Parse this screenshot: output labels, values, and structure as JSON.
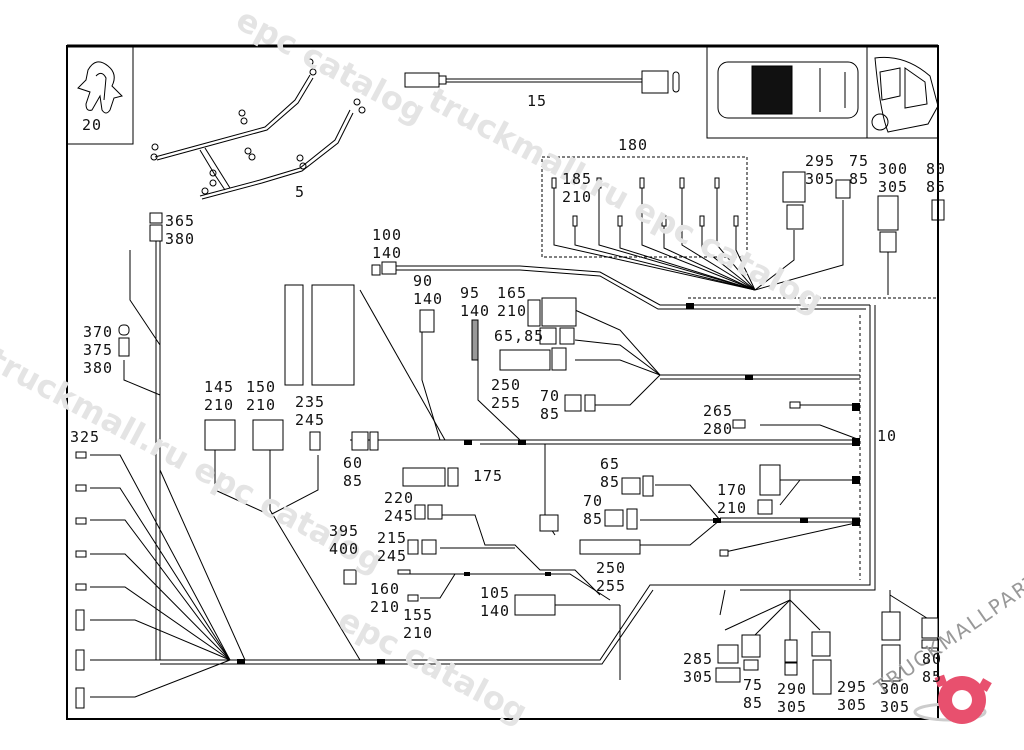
{
  "watermark": {
    "text_1": "epc catalog",
    "text_2": "truckmall.ru epc catalog",
    "text_3": "truckmall.ru epc catalog",
    "text_4": "epc catalog"
  },
  "brand_logo": {
    "text": "TRUCKMALLPARTS",
    "accent_color": "#e8506e"
  },
  "inset_parts": {
    "clip": "20",
    "harness_main": "5",
    "cable": "15",
    "car_views": [
      "top-view",
      "rear-view"
    ]
  },
  "callouts": {
    "c180": "180",
    "c185": [
      "185",
      "210"
    ],
    "c295_top": [
      "295",
      "305"
    ],
    "c75_top": [
      "75",
      "85"
    ],
    "c300_top": [
      "300",
      "305"
    ],
    "c80_top": [
      "80",
      "85"
    ],
    "c365": [
      "365",
      "380"
    ],
    "c100": [
      "100",
      "140"
    ],
    "c90": [
      "90",
      "140"
    ],
    "c95": [
      "95",
      "140"
    ],
    "c165": [
      "165",
      "210"
    ],
    "c6585": "65,85",
    "c250a": [
      "250",
      "255"
    ],
    "c70a": [
      "70",
      "85"
    ],
    "c370": [
      "370",
      "375",
      "380"
    ],
    "c145": [
      "145",
      "210"
    ],
    "c150": [
      "150",
      "210"
    ],
    "c235": [
      "235",
      "245"
    ],
    "c60": [
      "60",
      "85"
    ],
    "c265": [
      "265",
      "280"
    ],
    "c10": "10",
    "c325": "325",
    "c175": "175",
    "c220": [
      "220",
      "245"
    ],
    "c215": [
      "215",
      "245"
    ],
    "c395": [
      "395",
      "400"
    ],
    "c160": [
      "160",
      "210"
    ],
    "c155": [
      "155",
      "210"
    ],
    "c105": [
      "105",
      "140"
    ],
    "c65b": [
      "65",
      "85"
    ],
    "c70b": [
      "70",
      "85"
    ],
    "c170": [
      "170",
      "210"
    ],
    "c250b": [
      "250",
      "255"
    ],
    "c285": [
      "285",
      "305"
    ],
    "c75b": [
      "75",
      "85"
    ],
    "c290": [
      "290",
      "305"
    ],
    "c295b": [
      "295",
      "305"
    ],
    "c300b": [
      "300",
      "305"
    ],
    "c80b": [
      "80",
      "85"
    ]
  }
}
